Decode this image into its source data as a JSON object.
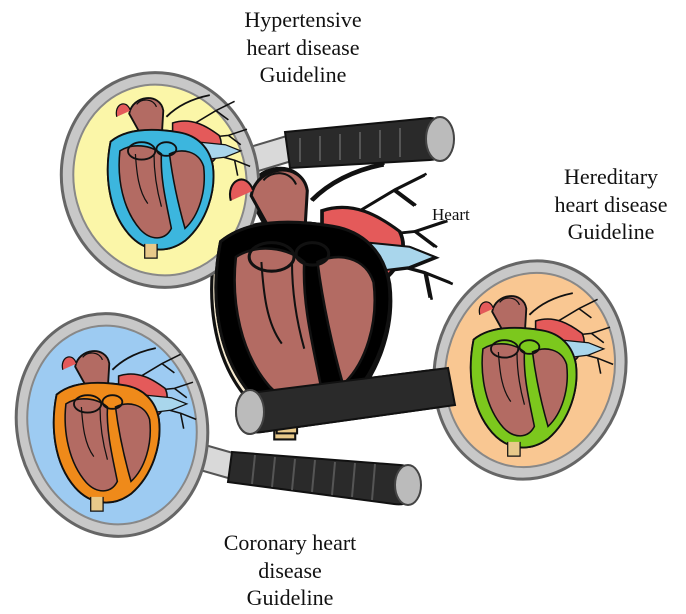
{
  "labels": {
    "center": "Heart",
    "hypertensive": [
      "Hypertensive",
      "heart disease",
      "Guideline"
    ],
    "hereditary": [
      "Hereditary",
      "heart disease",
      "Guideline"
    ],
    "coronary": [
      "Coronary heart",
      "disease",
      "Guideline"
    ]
  },
  "colors": {
    "hypertensive_lens": "#fbf6a8",
    "hypertensive_heart": "#3cb6de",
    "hereditary_lens": "#f9c792",
    "hereditary_heart": "#7cc81d",
    "coronary_lens": "#9dcbf2",
    "coronary_heart": "#ef8a1a",
    "center_heart": "#f6ead0",
    "muscle": "#b36b63",
    "vessel_red": "#e45a5a",
    "vessel_blue": "#a9d6ec",
    "handle": "#2a2a2a",
    "rim": "#c8c8c8"
  },
  "icons": [
    "anatomical-heart-illustration",
    "magnifying-glass-icon"
  ]
}
